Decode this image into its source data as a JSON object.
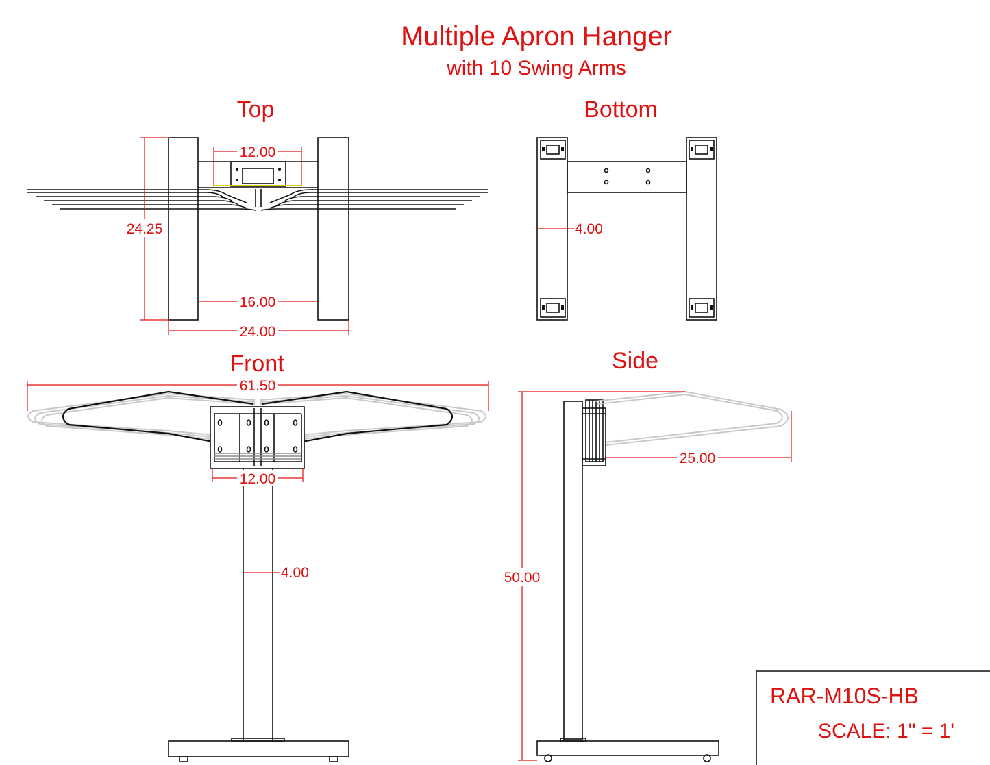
{
  "title": "Multiple Apron Hanger",
  "subtitle": "with 10 Swing Arms",
  "views": {
    "top": "Top",
    "bottom": "Bottom",
    "front": "Front",
    "side": "Side"
  },
  "dimensions": {
    "top_plate_width": "12.00",
    "top_depth": "24.25",
    "top_inner_span": "16.00",
    "top_overall_width": "24.00",
    "bottom_leg_width": "4.00",
    "front_arm_span": "61.50",
    "front_plate_width": "12.00",
    "front_post_width": "4.00",
    "side_arm_length": "25.00",
    "side_height": "50.00"
  },
  "title_block": {
    "part_number": "RAR-M10S-HB",
    "scale": "SCALE: 1\" = 1'"
  },
  "colors": {
    "annotation": "#e01010",
    "outline": "#111111",
    "arm_ghost": "#c8c8c8"
  }
}
